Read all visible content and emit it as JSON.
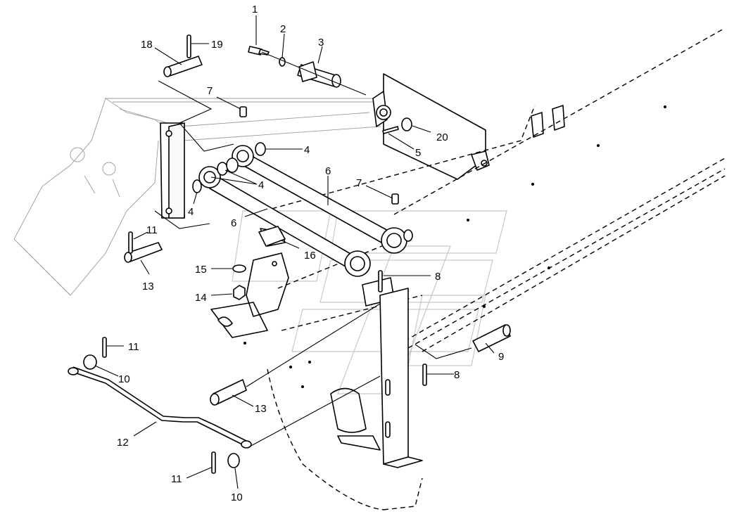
{
  "callouts": [
    {
      "id": "c1",
      "text": "1"
    },
    {
      "id": "c2",
      "text": "2"
    },
    {
      "id": "c3",
      "text": "3"
    },
    {
      "id": "c4a",
      "text": "4"
    },
    {
      "id": "c4b",
      "text": "4"
    },
    {
      "id": "c4c",
      "text": "4"
    },
    {
      "id": "c5",
      "text": "5"
    },
    {
      "id": "c6a",
      "text": "6"
    },
    {
      "id": "c6b",
      "text": "6"
    },
    {
      "id": "c7a",
      "text": "7"
    },
    {
      "id": "c7b",
      "text": "7"
    },
    {
      "id": "c8a",
      "text": "8"
    },
    {
      "id": "c8b",
      "text": "8"
    },
    {
      "id": "c9",
      "text": "9"
    },
    {
      "id": "c10a",
      "text": "10"
    },
    {
      "id": "c10b",
      "text": "10"
    },
    {
      "id": "c11a",
      "text": "11"
    },
    {
      "id": "c11b",
      "text": "11"
    },
    {
      "id": "c11c",
      "text": "11"
    },
    {
      "id": "c12",
      "text": "12"
    },
    {
      "id": "c13a",
      "text": "13"
    },
    {
      "id": "c13b",
      "text": "13"
    },
    {
      "id": "c14",
      "text": "14"
    },
    {
      "id": "c15",
      "text": "15"
    },
    {
      "id": "c16",
      "text": "16"
    },
    {
      "id": "c18",
      "text": "18"
    },
    {
      "id": "c19",
      "text": "19"
    },
    {
      "id": "c20",
      "text": "20"
    }
  ]
}
